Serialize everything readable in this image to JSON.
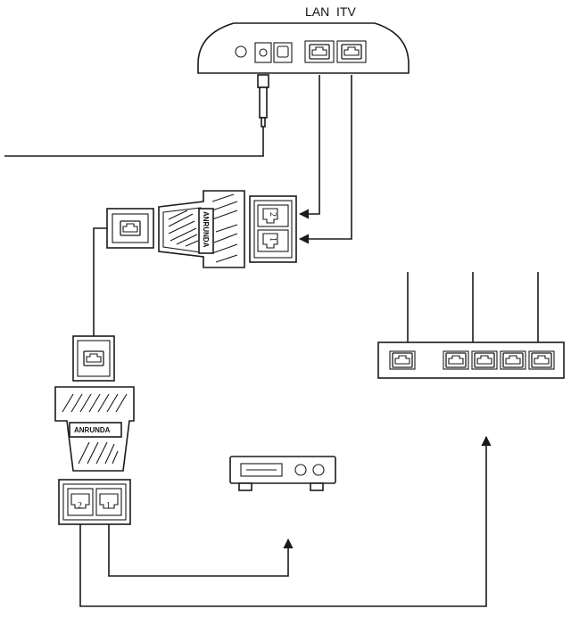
{
  "modem": {
    "labels": [
      "LAN",
      "ITV"
    ]
  },
  "splitters": [
    {
      "brand": "ANRUNDA",
      "ports": [
        "2",
        "1"
      ]
    },
    {
      "brand": "ANRUNDA",
      "ports": [
        "2",
        "1"
      ]
    }
  ],
  "devices": [
    "set-top box",
    "wireless router"
  ],
  "colors": {
    "line": "#1a1a1a",
    "background": "#ffffff"
  }
}
